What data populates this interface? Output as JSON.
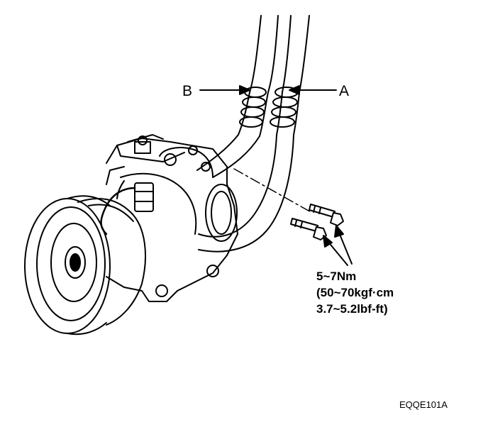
{
  "labels": {
    "hose_b": "B",
    "hose_a": "A"
  },
  "torque_spec": {
    "line1": "5~7Nm",
    "line2": "(50~70kgf·cm",
    "line3": "3.7~5.2lbf-ft)"
  },
  "figure_code": "EQQE101A",
  "colors": {
    "ink": "#000000",
    "paper": "#ffffff"
  }
}
